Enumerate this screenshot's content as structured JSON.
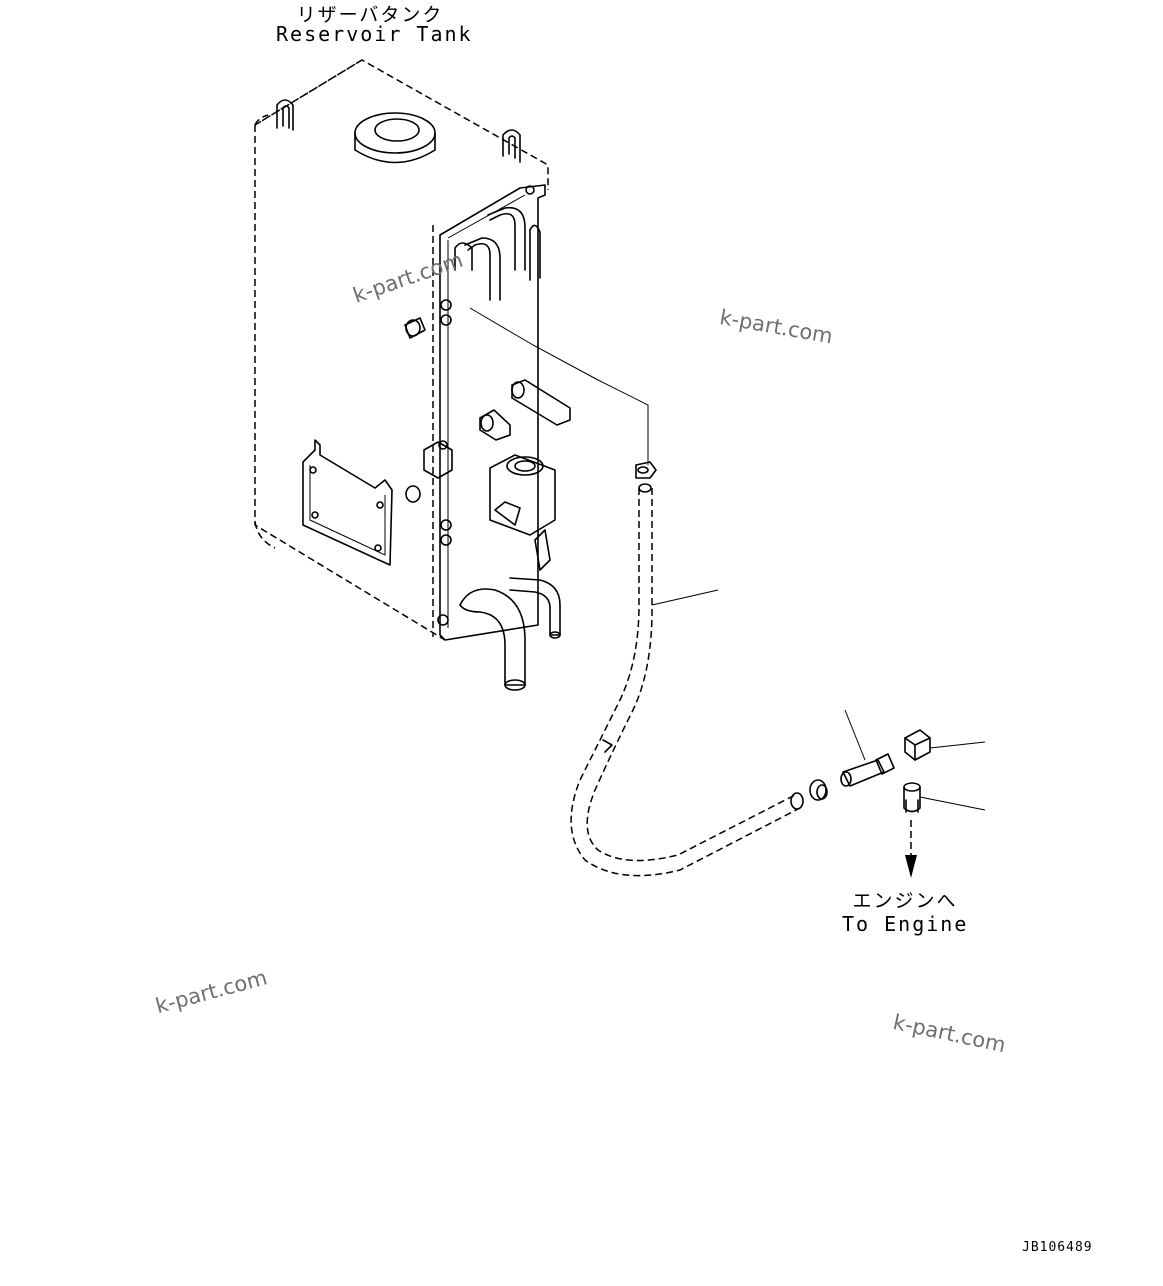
{
  "labels": {
    "reservoir_jp": "リザーバタンク",
    "reservoir_en": "Reservoir Tank",
    "engine_jp": "エンジンへ",
    "engine_en": "To Engine"
  },
  "watermarks": [
    "k-part.com",
    "k-part.com",
    "k-part.com",
    "k-part.com"
  ],
  "drawing_code": "JB106489",
  "icons": {
    "reservoir": "reservoir-tank-icon",
    "hose": "hose-icon",
    "clamp": "hose-clamp-icon",
    "nipple": "nipple-fitting-icon",
    "elbow": "elbow-fitting-icon",
    "connector": "connector-fitting-icon",
    "arrow": "arrow-down-icon"
  }
}
